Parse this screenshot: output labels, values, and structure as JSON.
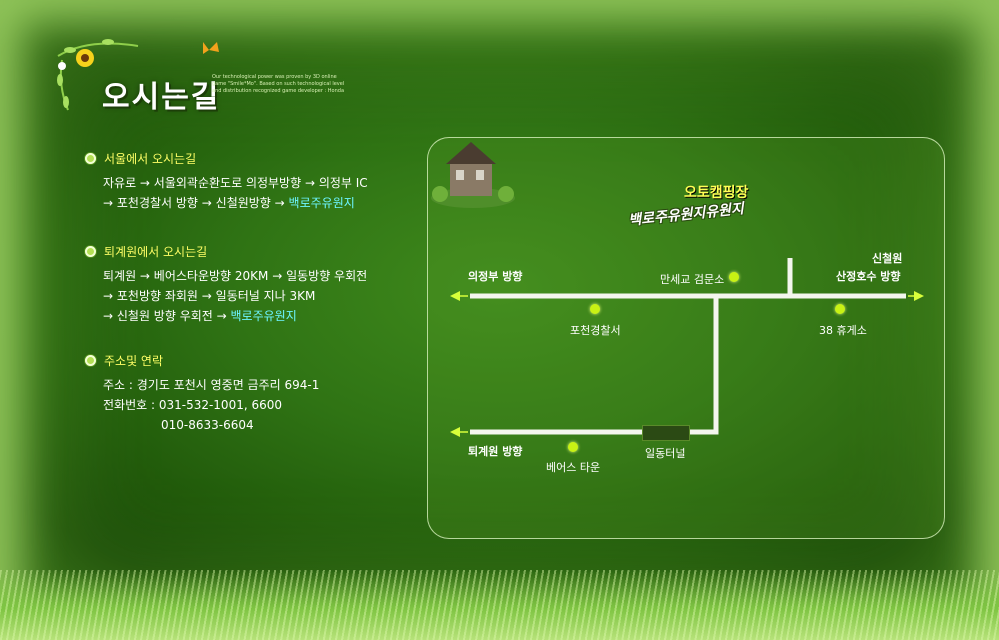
{
  "header": {
    "title": "오시는길",
    "subtitle": "Our technological power was proven by 3D online game \"Smile*Mo\". Based on such technological level and distribution recognized game developer : Honda"
  },
  "sections": [
    {
      "heading": "서울에서 오시는길",
      "lines": [
        "자유로 → 서울외곽순환도로 의정부방향 → 의정부 IC",
        "→ 포천경찰서 방향 → 신철원방향 → "
      ],
      "highlight": "백로주유원지"
    },
    {
      "heading": "퇴계원에서 오시는길",
      "lines": [
        "퇴계원 → 베어스타운방향 20KM → 일동방향 우회전",
        "→ 포천방향 좌회원 → 일동터널 지나 3KM",
        "→ 신철원 방향 우회전  → "
      ],
      "highlight": "백로주유원지"
    },
    {
      "heading": "주소및 연락",
      "lines": [
        "주소 : 경기도 포천시 영중면 금주리 694-1",
        "전화번호 : 031-532-1001, 6600",
        "010-8633-6604"
      ]
    }
  ],
  "map": {
    "camp_title": "오토캠핑장",
    "camp_name": "백로주유원지유원지",
    "labels": {
      "uijeongbu": "의정부 방향",
      "cheolwon_1": "신철원",
      "cheolwon_2": "산정호수 방향",
      "checkpoint": "만세교 검문소",
      "police": "포천경찰서",
      "rest_area": "38 휴게소",
      "toegyewon": "퇴계원 방향",
      "bears_town": "베어스 타운",
      "tunnel": "일동터널"
    },
    "colors": {
      "road": "#f4f6ee",
      "dot": "#c8f214",
      "arrow": "#d8ff3a"
    }
  }
}
